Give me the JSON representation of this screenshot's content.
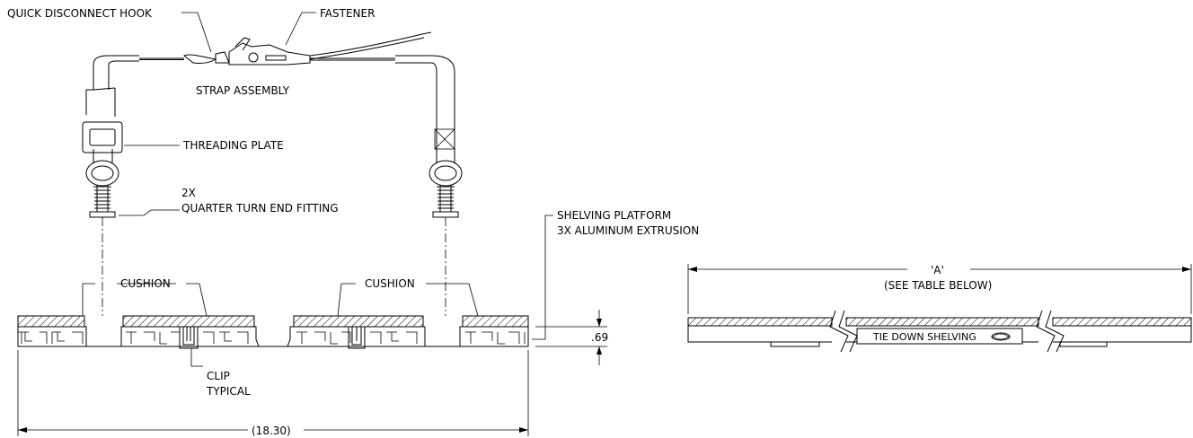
{
  "labels": {
    "quick_disconnect_hook": "QUICK DISCONNECT HOOK",
    "fastener": "FASTENER",
    "strap_assembly": "STRAP ASSEMBLY",
    "threading_plate": "THREADING PLATE",
    "quarter_turn_qty": "2X",
    "quarter_turn": "QUARTER TURN END FITTING",
    "shelving_platform": "SHELVING PLATFORM",
    "aluminum_extrusion": "3X ALUMINUM EXTRUSION",
    "cushion_left": "CUSHION",
    "cushion_right": "CUSHION",
    "clip": "CLIP",
    "clip_typical": "TYPICAL",
    "dim_height": ".69",
    "dim_length": "(18.30)",
    "dim_a": "'A'",
    "see_table": "(SEE TABLE BELOW)",
    "tie_down_label": "TIE DOWN SHELVING"
  },
  "colors": {
    "line": "#000000",
    "background": "#ffffff"
  }
}
